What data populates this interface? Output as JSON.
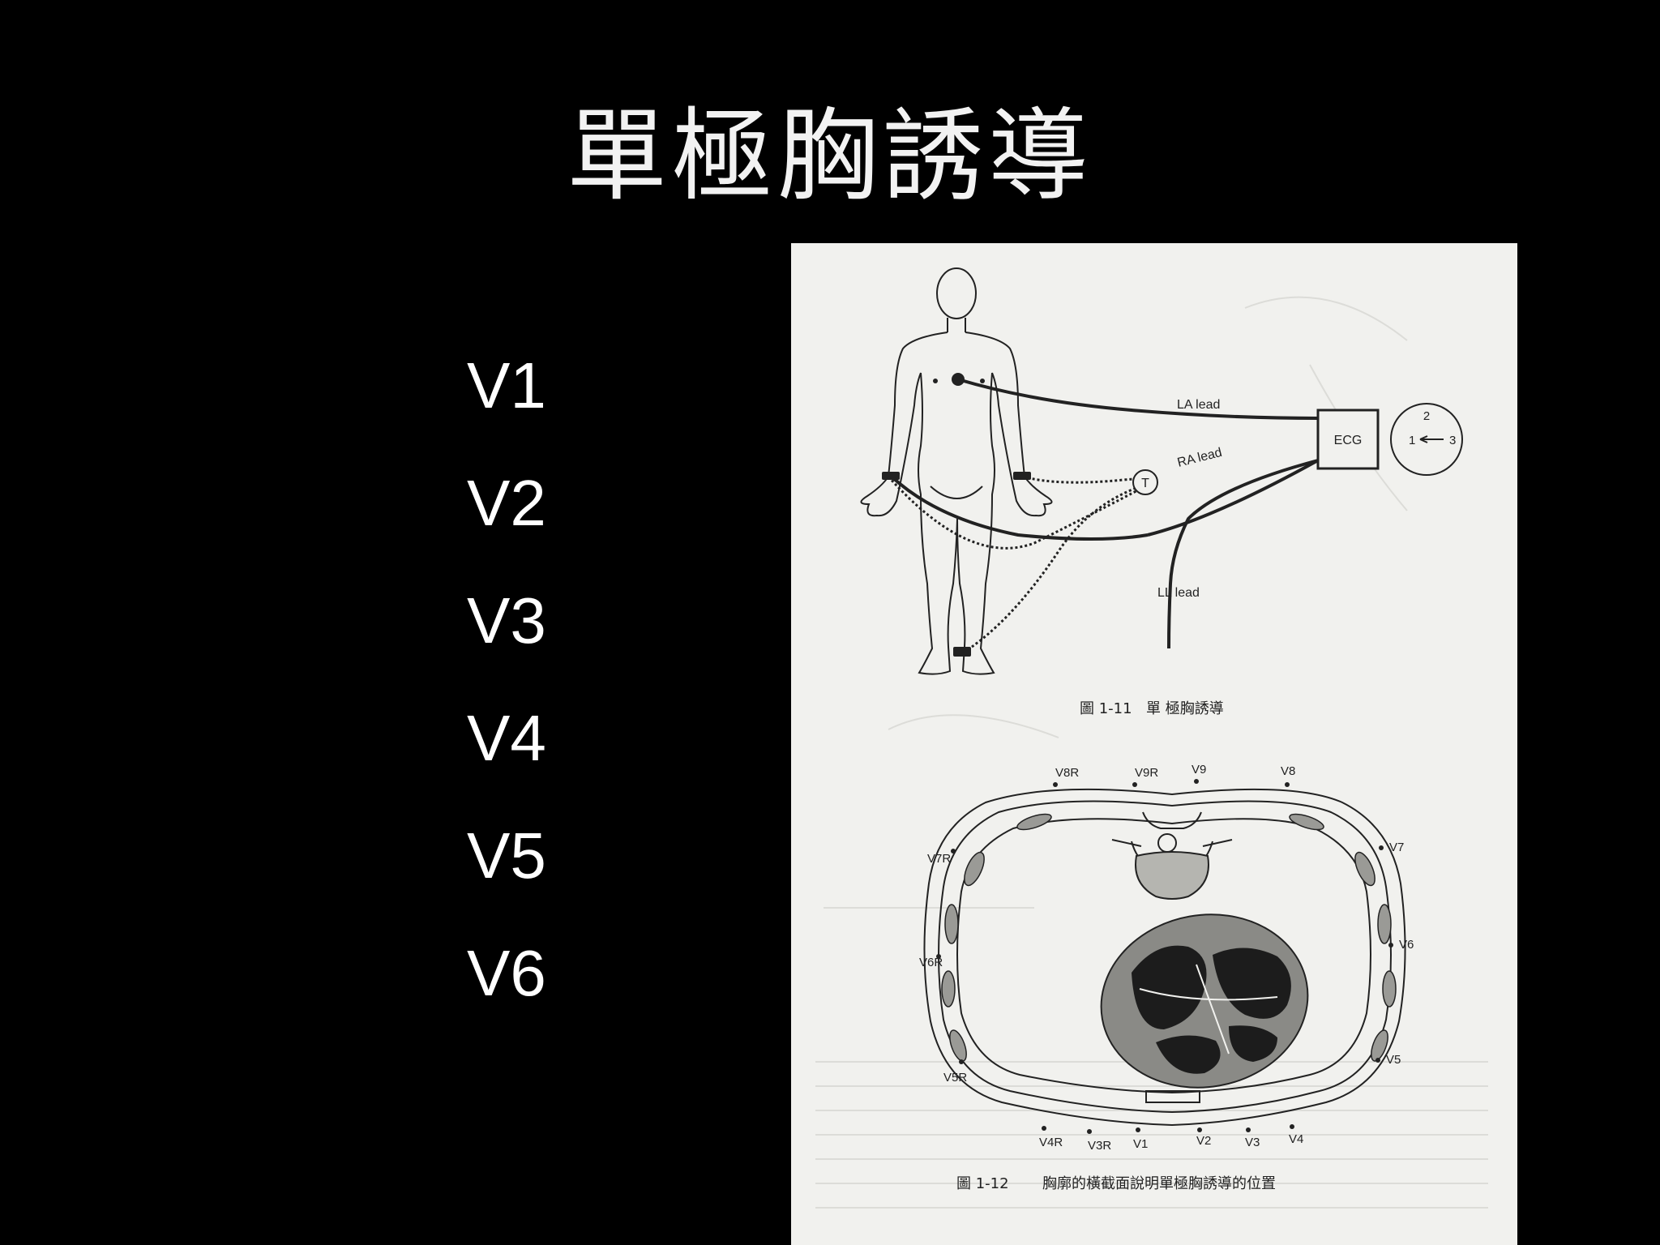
{
  "slide": {
    "title": "單極胸誘導",
    "leads": [
      "V1",
      "V2",
      "V3",
      "V4",
      "V5",
      "V6"
    ]
  },
  "figure_top": {
    "labels": {
      "la_lead": "LA lead",
      "ra_lead": "RA lead",
      "ll_lead": "LL lead",
      "ecg": "ECG",
      "terminal": "T",
      "dial_1": "1",
      "dial_2": "2",
      "dial_3": "3"
    },
    "caption_number": "圖 1-11",
    "caption_text": "單 極胸誘導"
  },
  "figure_bottom": {
    "electrodes": {
      "v8r": "V8R",
      "v9r": "V9R",
      "v9": "V9",
      "v8": "V8",
      "v7r": "V7R",
      "v7": "V7",
      "v6r": "V6R",
      "v6": "V6",
      "v5r": "V5R",
      "v5": "V5",
      "v4r": "V4R",
      "v3r": "V3R",
      "v1": "V1",
      "v2": "V2",
      "v3": "V3",
      "v4": "V4"
    },
    "caption_number": "圖 1-12",
    "caption_text": "胸廓的橫截面說明單極胸誘導的位置"
  },
  "colors": {
    "background": "#000000",
    "paper": "#f1f1ee",
    "ink": "#222222"
  }
}
